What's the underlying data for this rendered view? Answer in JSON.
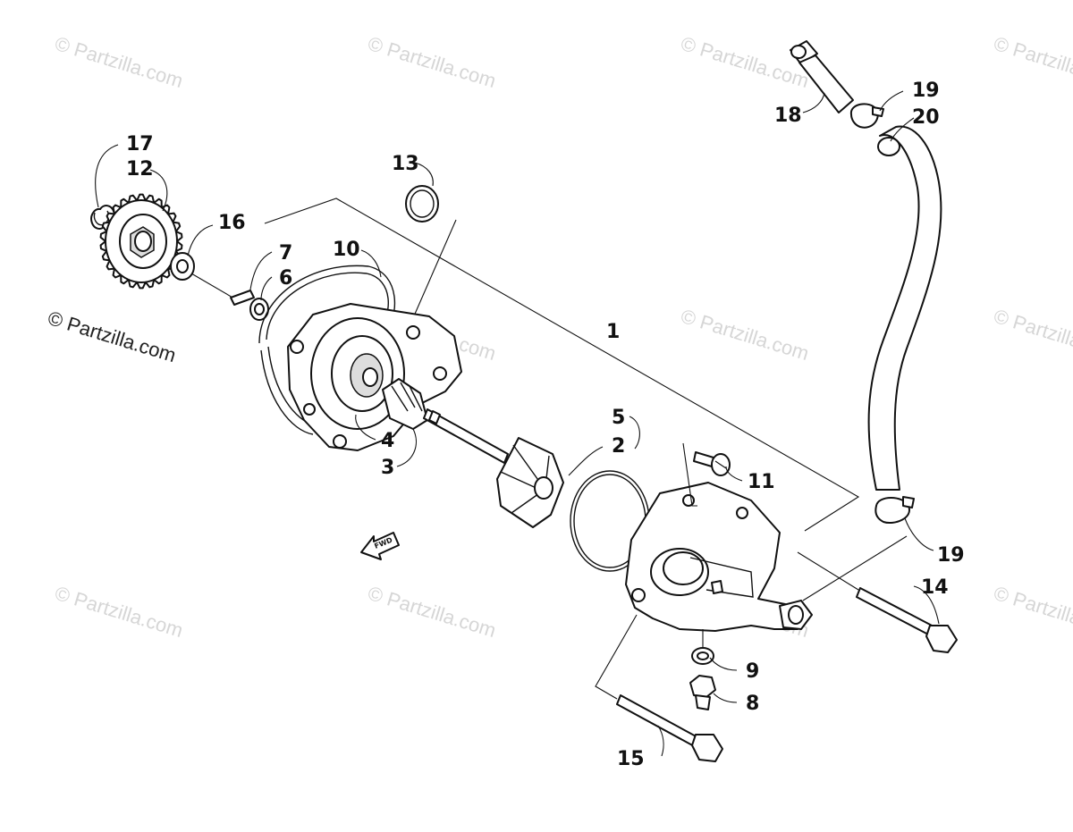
{
  "copyright": "© Partzilla.com",
  "watermark": "© Partzilla.com",
  "fwd_label": "FWD",
  "callouts": {
    "c1": "1",
    "c2": "2",
    "c3": "3",
    "c4": "4",
    "c5": "5",
    "c6": "6",
    "c7": "7",
    "c8": "8",
    "c9": "9",
    "c10": "10",
    "c11": "11",
    "c12": "12",
    "c13": "13",
    "c14": "14",
    "c15": "15",
    "c16": "16",
    "c17": "17",
    "c18": "18",
    "c19a": "19",
    "c19b": "19",
    "c20": "20"
  }
}
